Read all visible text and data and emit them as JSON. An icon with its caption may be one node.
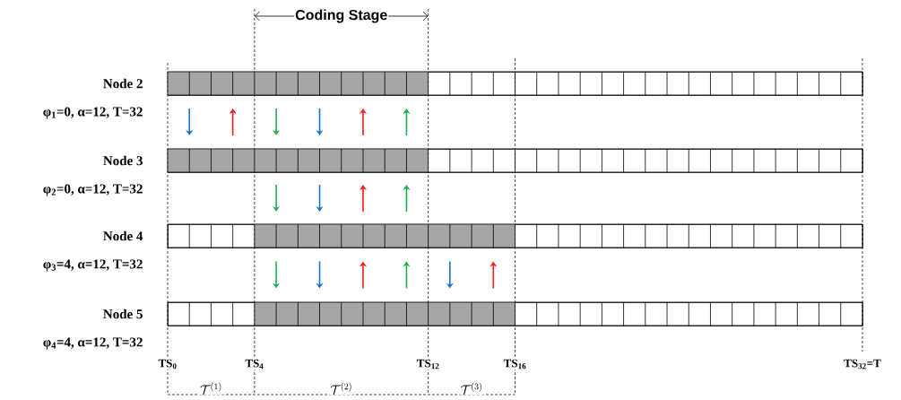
{
  "diagram": {
    "nodes": [
      {
        "text": [
          "Node 2"
        ],
        "beside": [
          "φ$_{1}$=0, α=12, T=32"
        ]
      },
      {
        "text": [
          "Node 3"
        ],
        "beside": [
          "φ$_{2}$=0, α=12, T=32"
        ]
      },
      {
        "text": [
          "Node 4"
        ],
        "beside": [
          "φ$_{3}$=4, α=12, T=32"
        ]
      },
      {
        "text": [
          "Node 5"
        ],
        "beside": [
          "φ$_{4}$=4, α=12, T=32"
        ]
      }
    ],
    "labels": [
      "Coding Stage",
      "TS$_{0}$",
      "TS$_{4}$",
      "TS$_{12}$",
      "TS$_{16}$",
      "TS$_{32}$=T",
      "\\mathcal{T}^{(1)}",
      "\\mathcal{T}^{(2)}",
      "\\mathcal{T}^{(3)}"
    ]
  }
}
